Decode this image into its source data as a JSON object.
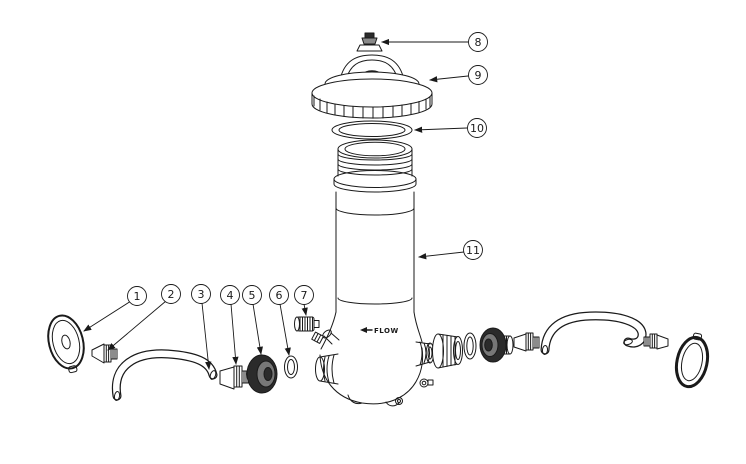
{
  "diagram": {
    "flow_label": "FLOW",
    "colors": {
      "line": "#1a1a1a",
      "dark_part": "#2b2b2b",
      "background": "#ffffff"
    },
    "callouts": [
      {
        "label": "1"
      },
      {
        "label": "2"
      },
      {
        "label": "3"
      },
      {
        "label": "4"
      },
      {
        "label": "5"
      },
      {
        "label": "6"
      },
      {
        "label": "7"
      },
      {
        "label": "8"
      },
      {
        "label": "9"
      },
      {
        "label": "10"
      },
      {
        "label": "11"
      }
    ]
  }
}
